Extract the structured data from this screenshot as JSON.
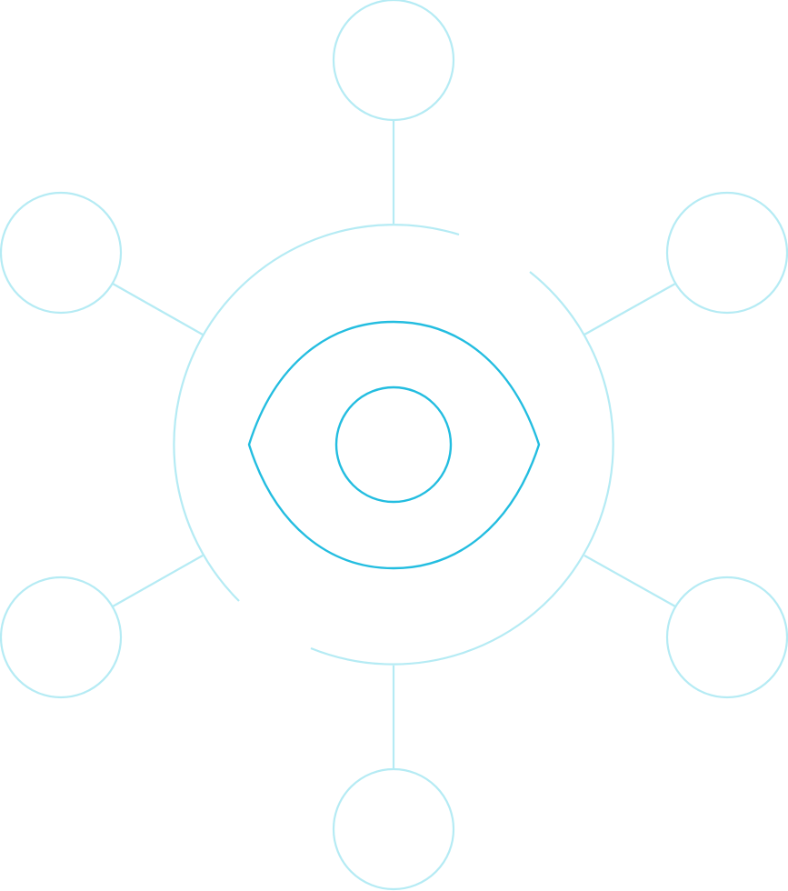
{
  "icon": {
    "name": "eye-network-icon",
    "colors": {
      "light": "#b5ebf4",
      "dark": "#23bde0",
      "background": "#ffffff"
    },
    "satellite_nodes": [
      "top",
      "upper-right",
      "lower-right",
      "bottom",
      "lower-left",
      "upper-left"
    ]
  }
}
